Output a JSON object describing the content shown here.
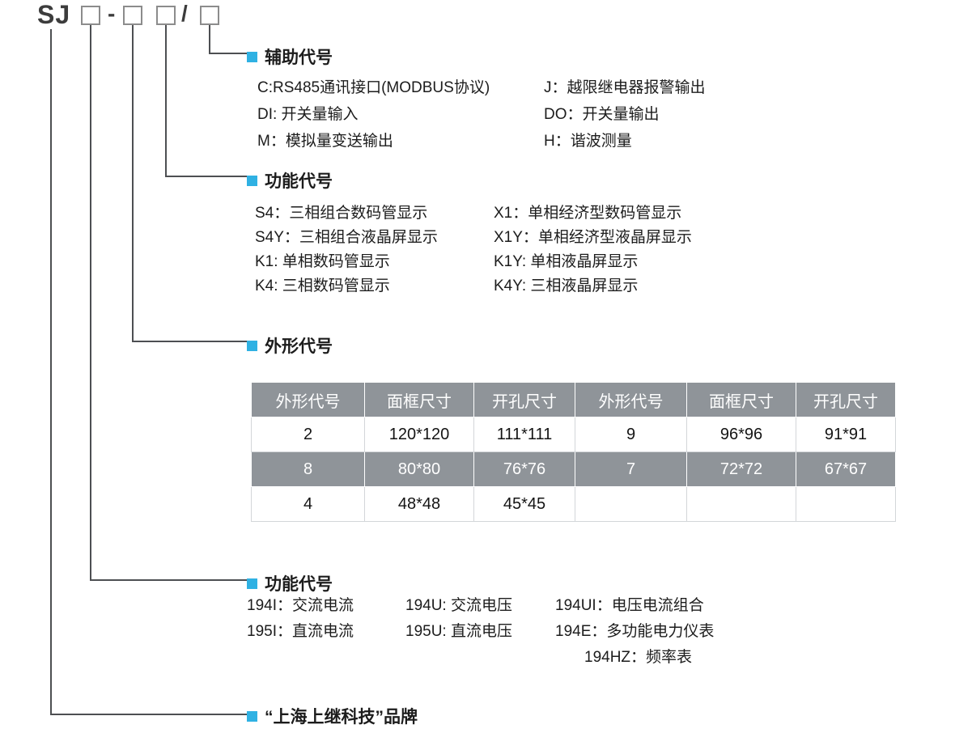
{
  "model": {
    "prefix": "SJ",
    "separator_dash": "-",
    "separator_slash": "/"
  },
  "sections": {
    "auxiliary": {
      "title": "辅助代号",
      "items_left": [
        "C:RS485通讯接口(MODBUS协议)",
        "DI: 开关量输入",
        "M：模拟量变送输出"
      ],
      "items_right": [
        "J：越限继电器报警输出",
        "DO：开关量输出",
        "H：谐波测量"
      ]
    },
    "display": {
      "title": "功能代号",
      "items_left": [
        "S4：三相组合数码管显示",
        "S4Y：三相组合液晶屏显示",
        "K1: 单相数码管显示",
        "K4: 三相数码管显示"
      ],
      "items_right": [
        "X1：单相经济型数码管显示",
        "X1Y：单相经济型液晶屏显示",
        "K1Y: 单相液晶屏显示",
        "K4Y: 三相液晶屏显示"
      ]
    },
    "shape": {
      "title": "外形代号",
      "table": {
        "headers": [
          "外形代号",
          "面框尺寸",
          "开孔尺寸",
          "外形代号",
          "面框尺寸",
          "开孔尺寸"
        ],
        "rows": [
          [
            "2",
            "120*120",
            "111*111",
            "9",
            "96*96",
            "91*91"
          ],
          [
            "8",
            "80*80",
            "76*76",
            "7",
            "72*72",
            "67*67"
          ],
          [
            "4",
            "48*48",
            "45*45",
            "",
            "",
            ""
          ]
        ]
      }
    },
    "function": {
      "title": "功能代号",
      "rows": [
        [
          "194I：交流电流",
          "194U: 交流电压",
          "194UI：电压电流组合"
        ],
        [
          "195I：直流电流",
          "195U: 直流电压",
          "194E：多功能电力仪表"
        ],
        [
          "",
          "",
          "194HZ：频率表"
        ]
      ]
    },
    "brand": {
      "title": "“上海上继科技”品牌"
    }
  },
  "colors": {
    "accent": "#2fb1e3",
    "table_gray": "#8f9499",
    "line": "#4d4f52"
  }
}
